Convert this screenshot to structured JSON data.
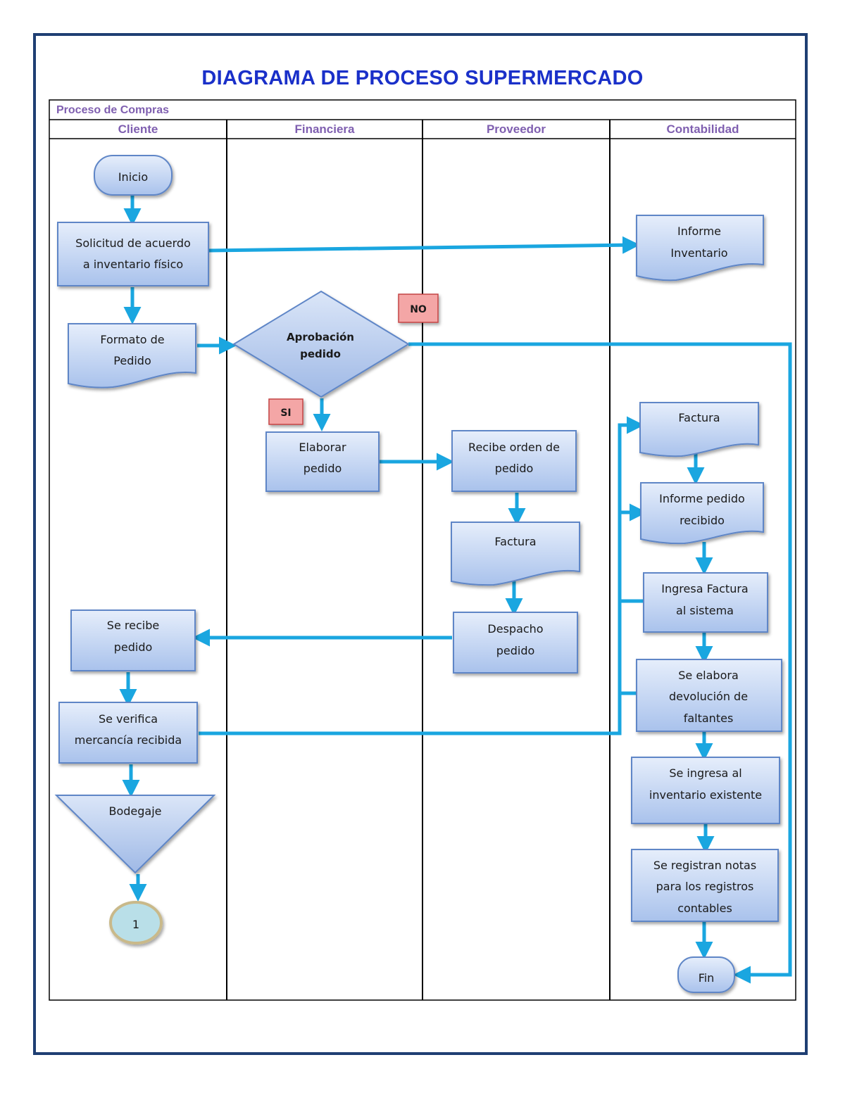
{
  "title": "DIAGRAMA DE PROCESO SUPERMERCADO",
  "process_name": "Proceso de Compras",
  "lanes": [
    "Cliente",
    "Financiera",
    "Proveedor",
    "Contabilidad"
  ],
  "nodes": {
    "inicio": [
      "Inicio"
    ],
    "solicitud": [
      "Solicitud de acuerdo",
      "a inventario físico"
    ],
    "informe_inventario": [
      "Informe",
      "Inventario"
    ],
    "formato_pedido": [
      "Formato de",
      "Pedido"
    ],
    "aprobacion": [
      "Aprobación",
      "pedido"
    ],
    "elaborar": [
      "Elaborar",
      "pedido"
    ],
    "recibe_orden": [
      "Recibe orden de",
      "pedido"
    ],
    "factura_proveedor": [
      "Factura"
    ],
    "despacho": [
      "Despacho",
      "pedido"
    ],
    "se_recibe": [
      "Se recibe",
      "pedido"
    ],
    "se_verifica": [
      "Se verifica",
      "mercancía recibida"
    ],
    "bodegaje": [
      "Bodegaje"
    ],
    "conector": [
      "1"
    ],
    "factura_contab": [
      "Factura"
    ],
    "informe_pedido": [
      "Informe pedido",
      "recibido"
    ],
    "ingresa_factura": [
      "Ingresa Factura",
      "al sistema"
    ],
    "devolucion": [
      "Se elabora",
      "devolución de",
      "faltantes"
    ],
    "ingresa_inventario": [
      "Se ingresa al",
      "inventario existente"
    ],
    "registran_notas": [
      "Se registran notas",
      "para los registros",
      "contables"
    ],
    "fin": [
      "Fin"
    ]
  },
  "tags": {
    "no": "NO",
    "si": "SI"
  },
  "colors": {
    "frame": "#1f3f73",
    "title": "#1a30c9",
    "lane_text": "#7f5fb0",
    "arrow": "#1aa6e0",
    "shape_border": "#5f86c7",
    "shape_fill_top": "#e6eefb",
    "shape_fill_bottom": "#a9c2ec",
    "tag_fill": "#f4a6a6",
    "tag_border": "#c44444",
    "connector_fill": "#b9dfe8",
    "connector_border": "#c9b98a"
  }
}
